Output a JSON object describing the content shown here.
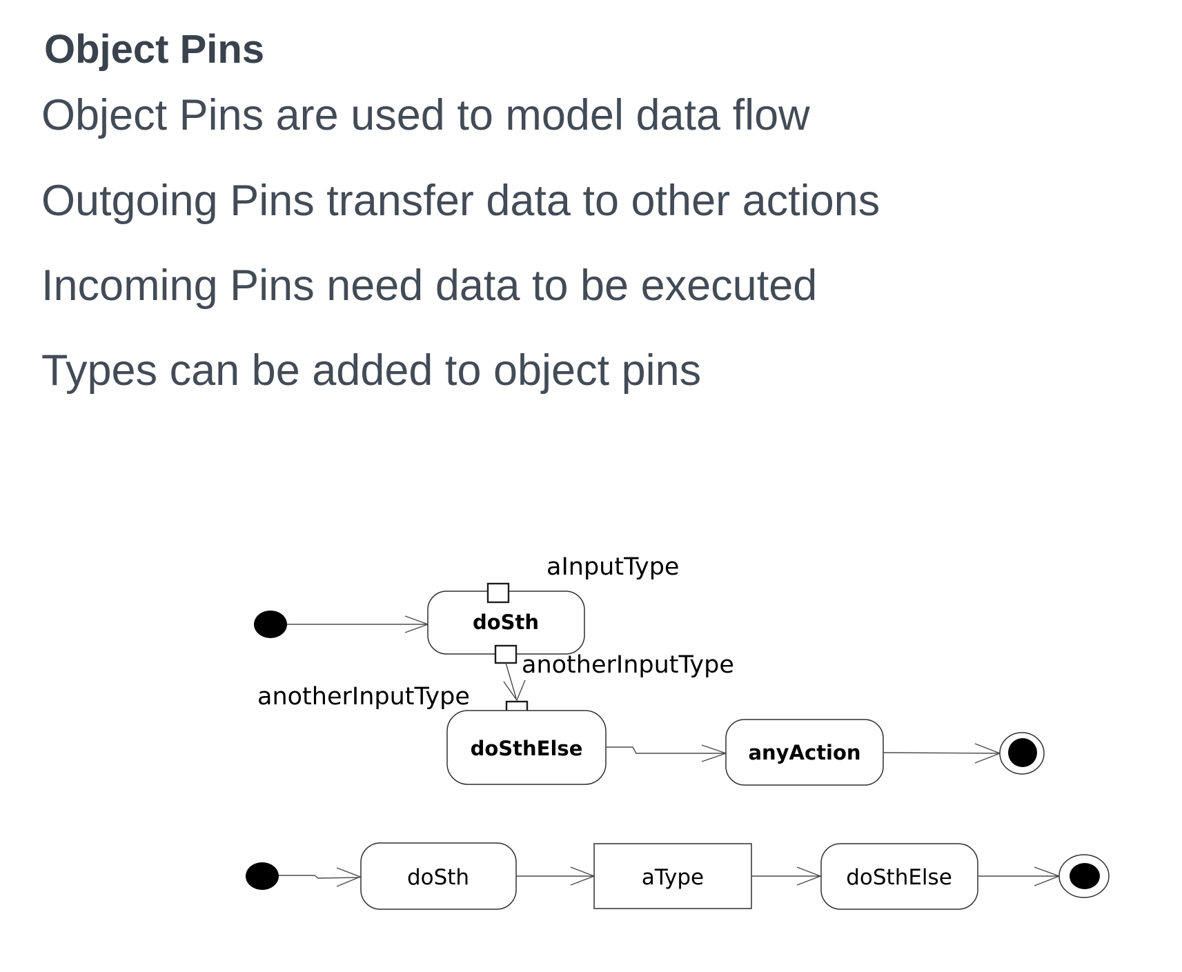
{
  "slide": {
    "title": "Object Pins",
    "bullets": [
      "Object Pins are used to model data flow",
      "Outgoing Pins transfer data to other actions",
      "Incoming Pins need data to be executed",
      "Types can be added to object pins"
    ]
  },
  "colors": {
    "heading_text": "#39424d",
    "body_text": "#424b56",
    "diagram_outline": "#2f2f2f",
    "connector": "#4a4a4a",
    "node_fill": "#000000"
  },
  "pin_diagram": {
    "action_dosth": "doSth",
    "action_dosthelse": "doSthElse",
    "action_anyaction": "anyAction",
    "pin_label_top": "aInputType",
    "pin_label_bottom_right": "anotherInputType",
    "pin_label_left": "anotherInputType"
  },
  "type_diagram": {
    "action_dosth": "doSth",
    "object_node_atype": "aType",
    "action_dosthelse": "doSthElse"
  }
}
